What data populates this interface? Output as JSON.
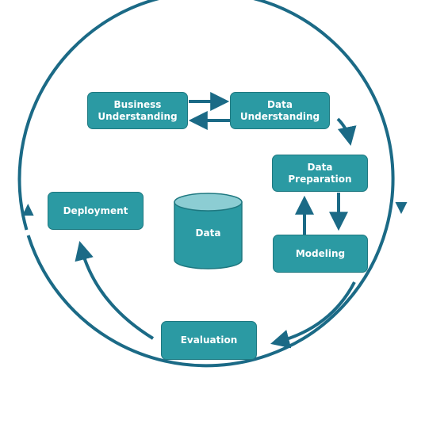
{
  "colors": {
    "node_fill": "#2b9aa3",
    "node_border": "#1e7880",
    "cylinder_top": "#8ccdd3",
    "arrow": "#1b6a86",
    "text": "#ffffff"
  },
  "nodes": {
    "business_understanding": "Business\nUnderstanding",
    "data_understanding": "Data\nUnderstanding",
    "data_preparation": "Data\nPreparation",
    "modeling": "Modeling",
    "evaluation": "Evaluation",
    "deployment": "Deployment",
    "data": "Data"
  }
}
